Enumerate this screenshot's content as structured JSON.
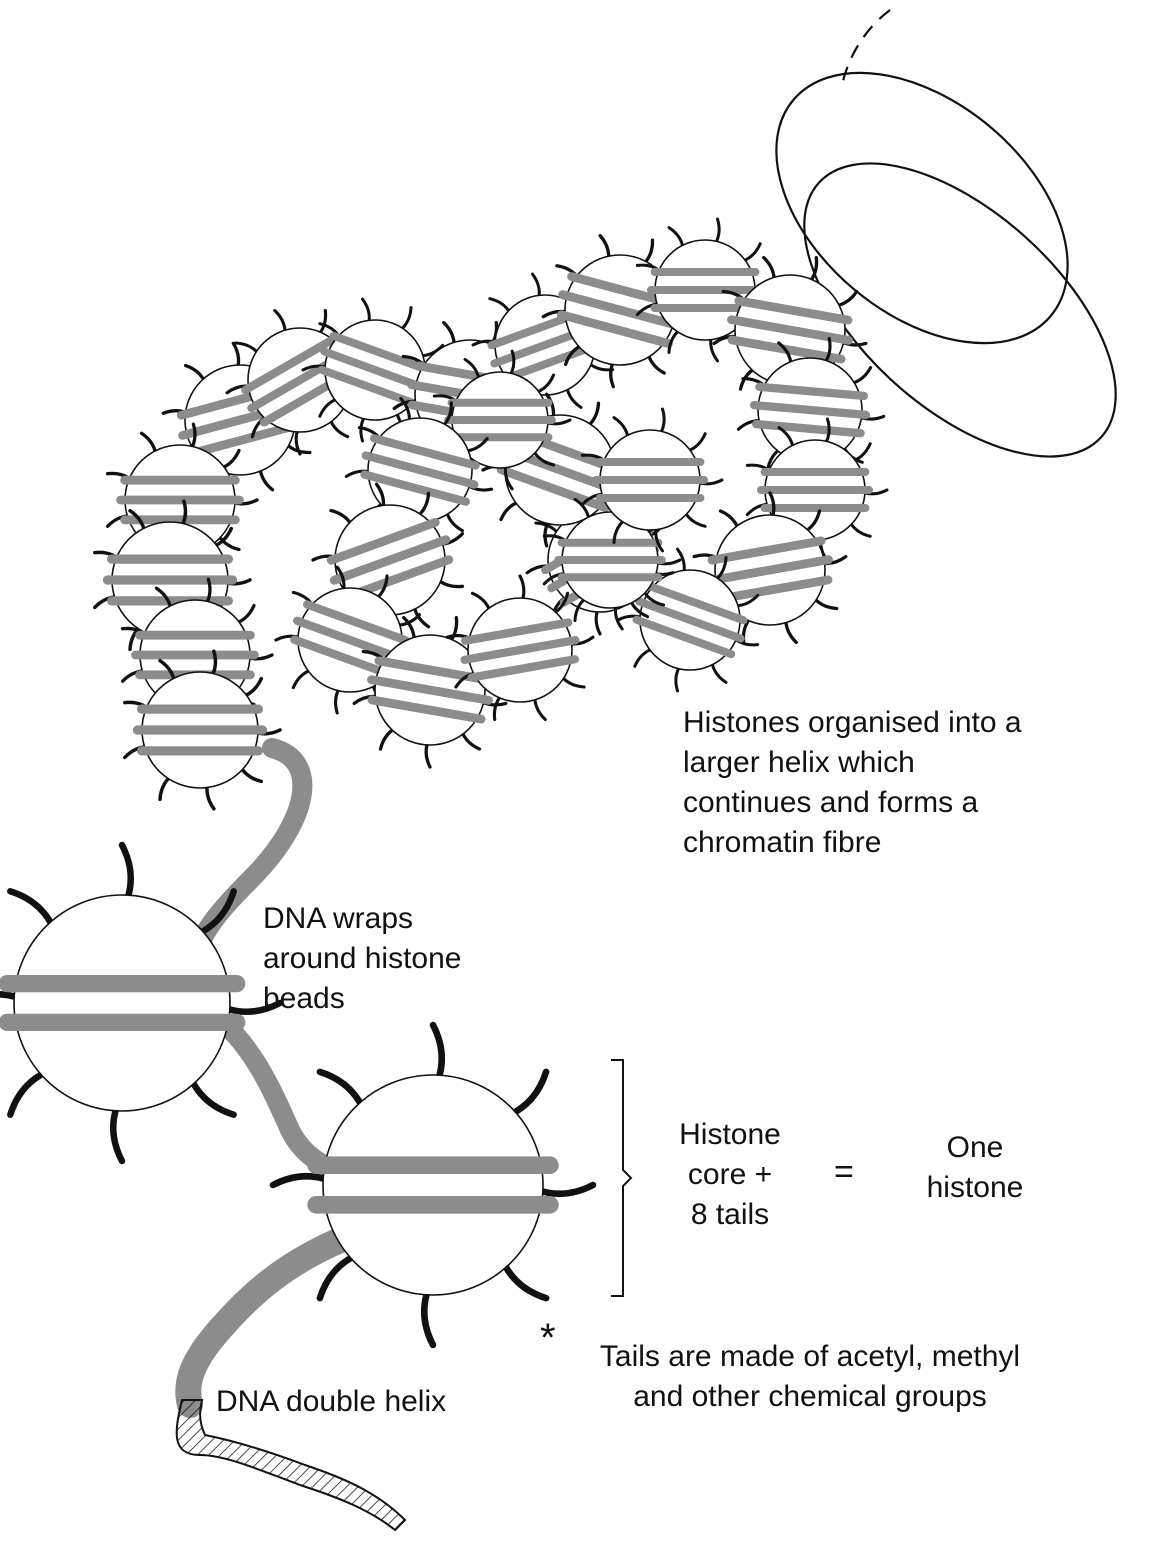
{
  "labels": {
    "helix": [
      "Histones organised into a",
      "larger helix which",
      "continues and forms a",
      "chromatin fibre"
    ],
    "wraps": [
      "DNA wraps",
      "around histone",
      "beads"
    ],
    "core": [
      "Histone",
      "core +",
      "8 tails"
    ],
    "equals": "=",
    "one_histone": [
      "One",
      "histone"
    ],
    "asterisk": "*",
    "tails_note": [
      "Tails are made of acetyl, methyl",
      "and other chemical groups"
    ],
    "double_helix": "DNA double helix"
  },
  "colors": {
    "outline": "#111111",
    "dna_band": "#8c8c8c",
    "background": "#ffffff"
  }
}
